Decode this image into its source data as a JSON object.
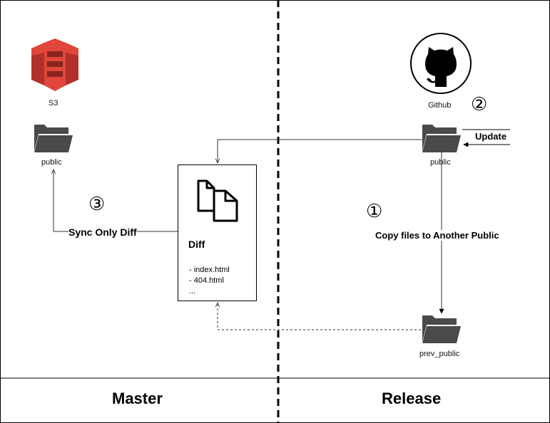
{
  "columns": {
    "master": "Master",
    "release": "Release"
  },
  "s3": {
    "label": "S3"
  },
  "github": {
    "label": "Github"
  },
  "folders": {
    "s3_public": "public",
    "github_public": "public",
    "prev_public": "prev_public"
  },
  "diff": {
    "title": "Diff",
    "items": [
      "- index.html",
      "- 404.html",
      "..."
    ]
  },
  "steps": {
    "step1": {
      "number": "①",
      "label": "Copy files to Another Public"
    },
    "step2": {
      "number": "②",
      "label": "Update"
    },
    "step3": {
      "number": "③",
      "label": "Sync Only Diff"
    }
  },
  "colors": {
    "s3_red": "#e0463a",
    "s3_dark_red": "#b1312a",
    "folder_gray": "#4a4a4a",
    "line": "#333333"
  }
}
